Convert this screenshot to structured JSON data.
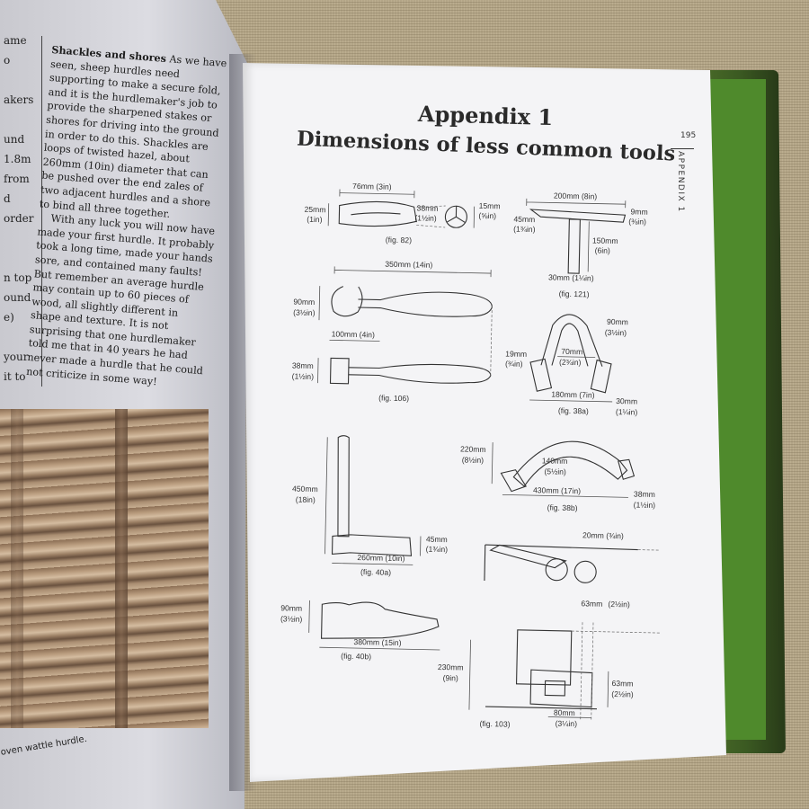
{
  "left_page": {
    "margin_column": [
      "ame",
      "o",
      "",
      "akers",
      "",
      "und",
      "1.8m",
      "from",
      "d",
      "order",
      "",
      "",
      "n top",
      "ound",
      "e)",
      "",
      "your",
      "it to"
    ],
    "para1_heading": "Shackles and shores",
    "para1_body": " As we have seen, sheep hurdles need supporting to make a secure fold, and it is the hurdlemaker's job to provide the sharpened stakes or shores for driving into the ground in order to do this. Shackles are loops of twisted hazel, about 260mm (10in) diameter that can be pushed over the end zales of two adjacent hurdles and a shore to bind all three together.",
    "para2": "With any luck you will now have made your first hurdle. It probably took a long time, made your hands sore, and contained many faults! But remember an average hurdle may contain up to 60 pieces of wood, all slightly different in shape and texture. It is not surprising that one hurdlemaker told me that in 40 years he had never made a hurdle that he could not criticize in some way!",
    "photo_caption": "oven wattle hurdle."
  },
  "right_page": {
    "title_line1": "Appendix 1",
    "title_line2": "Dimensions of less common tools",
    "page_number": "195",
    "running_head": "APPENDIX 1"
  },
  "figures": {
    "fig82": {
      "caption": "(fig. 82)",
      "d1": "76mm (3in)",
      "d2": "25mm",
      "d2b": "(1in)",
      "d3": "38mm",
      "d3b": "(1½in)",
      "d4": "15mm",
      "d4b": "(⅝in)"
    },
    "fig121": {
      "caption": "(fig. 121)",
      "d1": "200mm (8in)",
      "d2": "9mm",
      "d2b": "(⅜in)",
      "d3": "45mm",
      "d3b": "(1¾in)",
      "d4": "150mm",
      "d4b": "(6in)",
      "d5": "30mm (1¼in)"
    },
    "fig106": {
      "caption": "(fig. 106)",
      "d1": "350mm (14in)",
      "d2": "90mm",
      "d2b": "(3½in)",
      "d3": "100mm (4in)",
      "d4": "38mm",
      "d4b": "(1½in)"
    },
    "fig38a": {
      "caption": "(fig. 38a)",
      "d1": "90mm",
      "d1b": "(3½in)",
      "d2": "70mm",
      "d2b": "(2¾in)",
      "d3": "19mm",
      "d3b": "(¾in)",
      "d4": "180mm (7in)",
      "d5": "30mm",
      "d5b": "(1¼in)"
    },
    "fig38b": {
      "caption": "(fig. 38b)",
      "d1": "220mm",
      "d1b": "(8½in)",
      "d2": "140mm",
      "d2b": "(5½in)",
      "d3": "430mm (17in)",
      "d4": "38mm",
      "d4b": "(1½in)"
    },
    "fig40a": {
      "caption": "(fig. 40a)",
      "d1": "450mm",
      "d1b": "(18in)",
      "d2": "45mm",
      "d2b": "(1¾in)",
      "d3": "260mm (10in)"
    },
    "fig103": {
      "caption": "(fig. 103)",
      "d1": "20mm (¾in)",
      "d2": "63mm",
      "d2b": "(2½in)",
      "d3": "230mm",
      "d3b": "(9in)",
      "d4": "63mm",
      "d4b": "(2½in)",
      "d5": "80mm",
      "d5b": "(3¼in)"
    },
    "fig40b": {
      "caption": "(fig. 40b)",
      "d1": "90mm",
      "d1b": "(3½in)",
      "d2": "380mm (15in)"
    }
  }
}
